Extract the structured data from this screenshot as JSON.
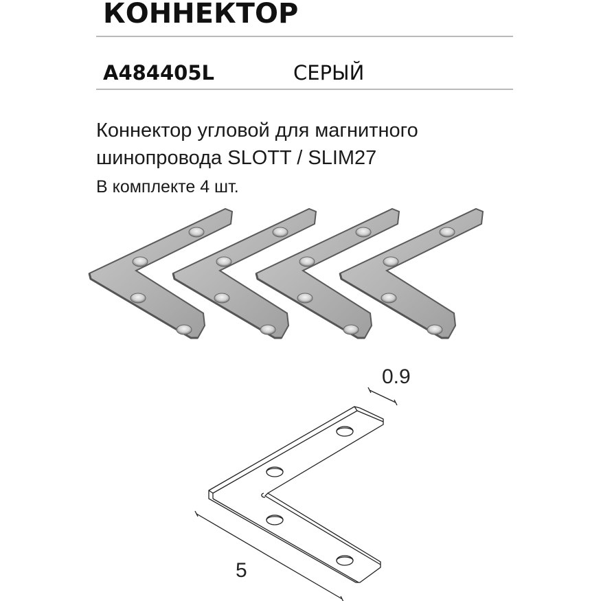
{
  "header": {
    "title": "КОННЕКТОР",
    "article": "A484405L",
    "color": "СЕРЫЙ"
  },
  "description": {
    "line1": "Коннектор угловой для магнитного",
    "line2": "шинопровода SLOTT / SLIM27",
    "line3": "В комплекте 4 шт."
  },
  "product_photo": {
    "alt": "four-l-shaped-angle-connectors",
    "count": 4
  },
  "drawing": {
    "thickness_label": "0.9",
    "length_label": "5"
  }
}
